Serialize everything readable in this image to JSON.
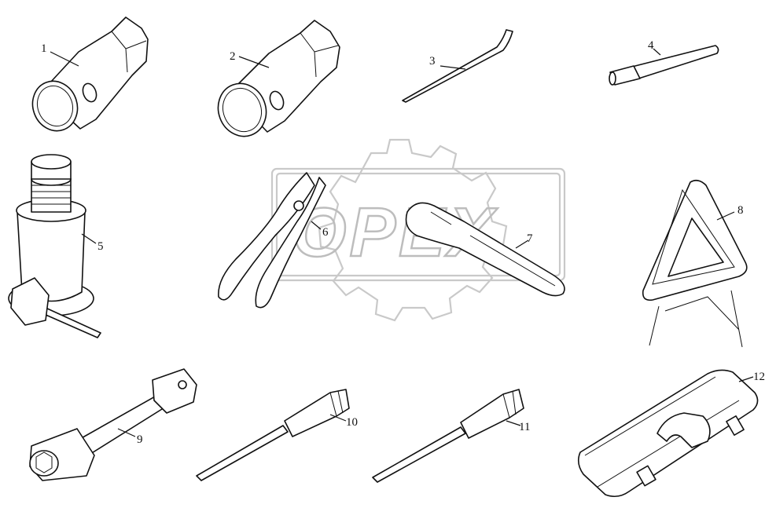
{
  "watermark": {
    "text": "OPEX"
  },
  "callouts": [
    {
      "id": "part-1",
      "label": "1"
    },
    {
      "id": "part-2",
      "label": "2"
    },
    {
      "id": "part-3",
      "label": "3"
    },
    {
      "id": "part-4",
      "label": "4"
    },
    {
      "id": "part-5",
      "label": "5"
    },
    {
      "id": "part-6",
      "label": "6"
    },
    {
      "id": "part-7",
      "label": "7"
    },
    {
      "id": "part-8",
      "label": "8"
    },
    {
      "id": "part-9",
      "label": "9"
    },
    {
      "id": "part-10",
      "label": "10"
    },
    {
      "id": "part-11",
      "label": "11"
    },
    {
      "id": "part-12",
      "label": "12"
    }
  ]
}
